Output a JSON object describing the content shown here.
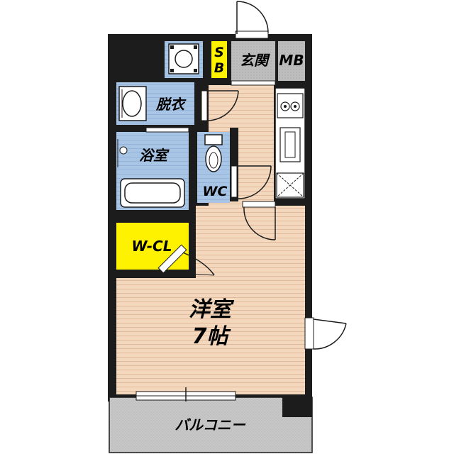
{
  "colors": {
    "wall": "#1c1c1c",
    "floor_wood": "#f3d8bd",
    "floor_wood_line": "#e2b99a",
    "wet_area": "#a9c5e6",
    "wet_area_line": "#8fb0d8",
    "closet": "#fff200",
    "storage_gray": "#bdbdbd",
    "balcony": "#c8c8c8",
    "fixture_fill": "#ffffff",
    "fixture_line": "#1c1c1c"
  },
  "rooms": {
    "western_room_name": "洋室",
    "western_room_size": "7帖",
    "entrance": "玄関",
    "meter_box": "MB",
    "shoe_box_s": "S",
    "shoe_box_b": "B",
    "dressing": "脱衣",
    "bathroom": "浴室",
    "toilet": "WC",
    "walk_in_closet": "W-CL",
    "balcony": "バルコニー"
  },
  "icons": [
    "washing-machine-icon",
    "washbasin-icon",
    "toilet-icon",
    "bathtub-icon",
    "stove-icon",
    "sink-icon",
    "refrigerator-space-icon",
    "door-swing-icon",
    "window-icon"
  ]
}
